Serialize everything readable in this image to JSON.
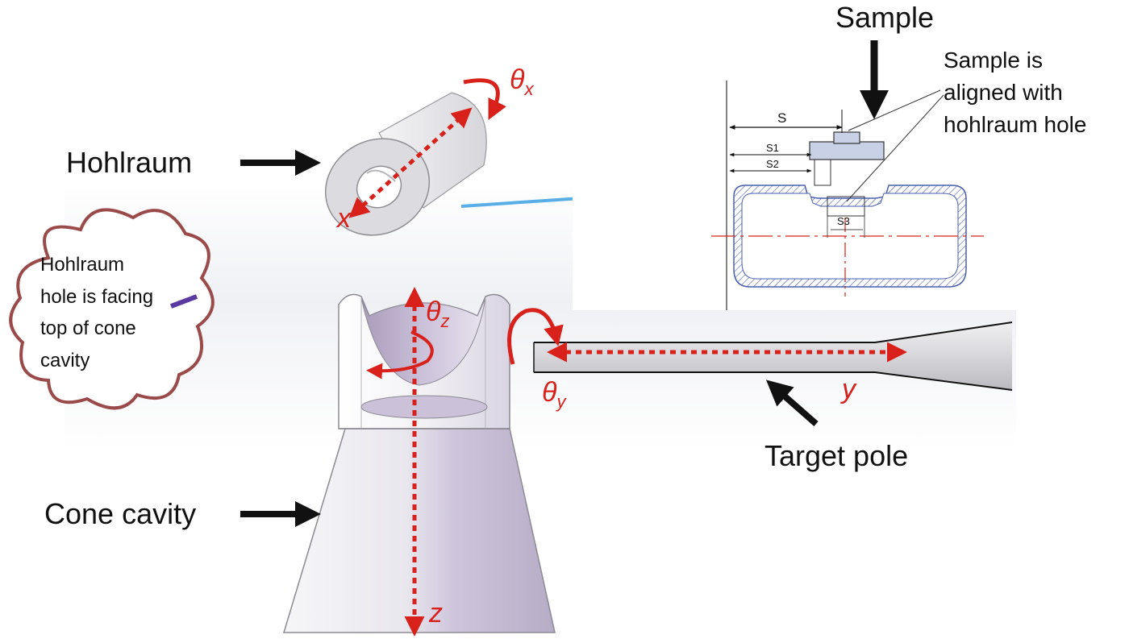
{
  "labels": {
    "hohlraum": "Hohlraum",
    "cone_cavity": "Cone cavity",
    "target_pole": "Target pole",
    "sample": "Sample",
    "sample_note": [
      "Sample is",
      "aligned with",
      "hohlraum hole"
    ],
    "cloud_note": [
      "Hohlraum",
      "hole is facing",
      "top of cone",
      "cavity"
    ]
  },
  "axes": {
    "theta_x": {
      "base": "θ",
      "sub": "x"
    },
    "theta_y": {
      "base": "θ",
      "sub": "y"
    },
    "theta_z": {
      "base": "θ",
      "sub": "z"
    },
    "x": "x",
    "y": "y",
    "z": "z"
  },
  "dimensions": {
    "s": "S",
    "s1": "S1",
    "s2": "S2",
    "s3": "S3"
  },
  "colors": {
    "axis_red": "#d8211b",
    "cloud_outline": "#9b4a4a",
    "connector_blue": "#5aaee8",
    "hatch_blue": "#4a5fb0",
    "cone_purple": "#cfc6dc"
  }
}
